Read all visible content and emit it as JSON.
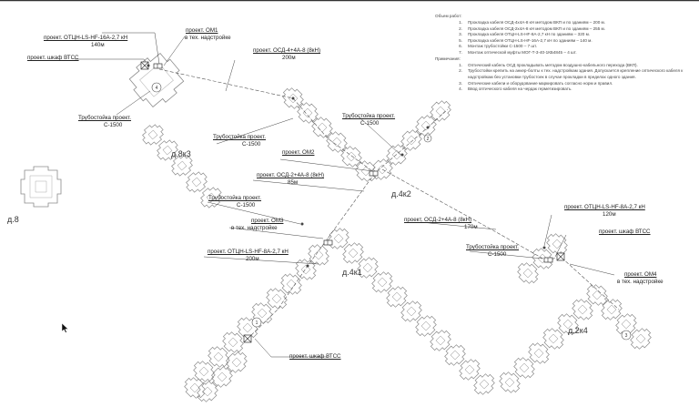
{
  "notes": {
    "title": "Объем работ:",
    "work_items": [
      {
        "n": "1.",
        "text": "Прокладка кабеля ОСД-4х4А-8 кН методом ВКП и по зданиям – 200 м."
      },
      {
        "n": "2.",
        "text": "Прокладка кабеля ОСД-2х4А-8 кН методом ВКП и по зданиям – 255 м."
      },
      {
        "n": "3.",
        "text": "Прокладка кабеля ОТЦН-LS-HF-8А-2,7 кН по зданиям – 320 м."
      },
      {
        "n": "5.",
        "text": "Прокладка кабеля ОТЦН-LS-HF-16А-2,7 кН по зданиям – 140 м."
      },
      {
        "n": "6.",
        "text": "Монтаж трубостойки С-1500 – 7 шт."
      },
      {
        "n": "7.",
        "text": "Монтаж оптической муфты МОГ-Т-3-40-1КБ4845 – 4 шт."
      }
    ],
    "remarks_title": "Примечания:",
    "remarks": [
      {
        "n": "1.",
        "text": "Оптический кабель ОСД прокладывать методом воздушно-кабельного перехода (ВКП)."
      },
      {
        "n": "2.",
        "text": "Трубостойки крепить на анкер-болты к тех. надстройкам здания. Допускается крепление оптического кабеля к надстройкам без установки трубостоек в случае прокладки в пределах одного здания."
      },
      {
        "n": "3.",
        "text": "Оптические кабели и оборудование маркировать согласно норм и правил."
      },
      {
        "n": "4.",
        "text": "Ввод оптического кабеля на чердак герметизировать."
      }
    ]
  },
  "labels": {
    "om1": "проект. ОМ1",
    "om1_sub": "в тех. надстройке",
    "otcn16": "проект. ОТЦН-LS-HF-16А-2,7 кН",
    "otcn16_len": "140м",
    "vtss_top": "проект. шкаф ВТСС",
    "osd4": "проект. ОСД-4+4А-8 (8кН)",
    "osd4_len": "200м",
    "ts1": "Трубостойка проект.",
    "ts1_sub": "С-1500",
    "ts2": "Трубостойка проект.",
    "ts2_sub": "С-1500",
    "ts3": "Трубостойка проект.",
    "ts3_sub": "С-1500",
    "om2": "проект. ОМ2",
    "osd2a": "проект. ОСД-2+4А-8 (8кН)",
    "osd2a_len": "85м",
    "ts4": "Трубостойка проект.",
    "ts4_sub": "С-1500",
    "om3": "проект. ОМ3",
    "om3_sub": "в тех. надстройке",
    "otcn8a": "проект. ОТЦН-LS-HF-8А-2,7 кН",
    "otcn8a_len": "200м",
    "osd2b": "проект. ОСД-2+4А-8 (8кН)",
    "osd2b_len": "170м",
    "otcn8b": "проект. ОТЦН-LS-HF-8А-2,7 кН",
    "otcn8b_len": "120м",
    "vtss_right": "проект. шкаф ВТСС",
    "ts5": "Трубостойка проект.",
    "ts5_sub": "С-1500",
    "om4": "проект. ОМ4",
    "om4_sub": "в тех. надстройке",
    "vtss_bottom": "проект. шкаф ВТСС"
  },
  "buildings": {
    "b8": "д.8",
    "b8k3": "д.8к3",
    "b4k2": "д.4к2",
    "b4k1": "д.4к1",
    "b2k4": "д.2к4",
    "bubble4": "4",
    "bubble1": "1",
    "bubble2": "2",
    "bubble3": "3"
  },
  "colors": {
    "line": "#555555",
    "text": "#222222",
    "background": "#ffffff"
  }
}
